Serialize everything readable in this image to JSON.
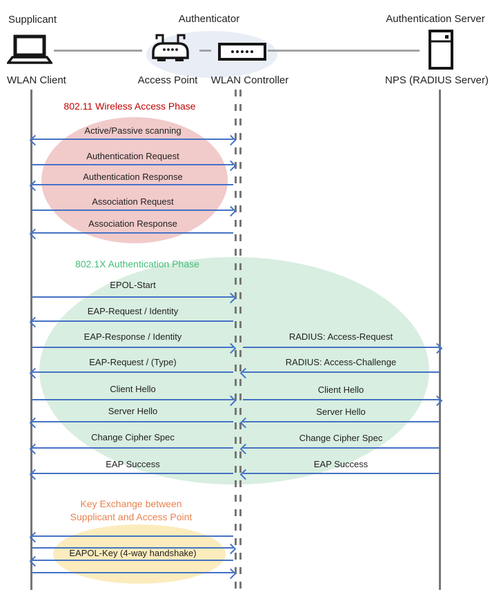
{
  "actors": {
    "supplicant": {
      "role": "Supplicant",
      "device": "WLAN Client"
    },
    "authenticator": {
      "role": "Authenticator",
      "access_point": "Access Point",
      "wlan_controller": "WLAN Controller"
    },
    "auth_server": {
      "role": "Authentication Server",
      "device": "NPS (RADIUS Server)"
    }
  },
  "phases": [
    {
      "title": "802.11 Wireless Access Phase",
      "title_color": "#c00000",
      "fill_color": "#f1caca"
    },
    {
      "title": "802.1X Authentication Phase",
      "title_color": "#42bd77",
      "fill_color": "#d8eee0"
    },
    {
      "title_line1": "Key Exchange between",
      "title_line2": "Supplicant and Access Point",
      "title_color": "#e8824f",
      "fill_color": "#fcecbd"
    }
  ],
  "messages": [
    {
      "label": "Active/Passive scanning",
      "lane": "client-controller",
      "direction": "both"
    },
    {
      "label": "Authentication  Request",
      "lane": "client-controller",
      "direction": "right"
    },
    {
      "label": "Authentication  Response",
      "lane": "client-controller",
      "direction": "left"
    },
    {
      "label": "Association Request",
      "lane": "client-controller",
      "direction": "right"
    },
    {
      "label": "Association Response",
      "lane": "client-controller",
      "direction": "left"
    },
    {
      "label": "EPOL-Start",
      "lane": "client-controller",
      "direction": "right"
    },
    {
      "label": "EAP-Request / Identity",
      "lane": "client-controller",
      "direction": "left"
    },
    {
      "label": "EAP-Response / Identity",
      "lane": "client-controller",
      "direction": "right"
    },
    {
      "label": "RADIUS: Access-Request",
      "lane": "controller-server",
      "direction": "right"
    },
    {
      "label": "EAP-Request / (Type)",
      "lane": "client-controller",
      "direction": "left"
    },
    {
      "label": "RADIUS: Access-Challenge",
      "lane": "controller-server",
      "direction": "left"
    },
    {
      "label": "Client Hello",
      "lane": "client-controller",
      "direction": "right"
    },
    {
      "label": "Client Hello",
      "lane": "controller-server",
      "direction": "right"
    },
    {
      "label": "Server Hello",
      "lane": "client-controller",
      "direction": "left"
    },
    {
      "label": "Server Hello",
      "lane": "controller-server",
      "direction": "left"
    },
    {
      "label": "Change Cipher Spec",
      "lane": "client-controller",
      "direction": "left"
    },
    {
      "label": "Change Cipher Spec",
      "lane": "controller-server",
      "direction": "left"
    },
    {
      "label": "EAP Success",
      "lane": "client-controller",
      "direction": "left"
    },
    {
      "label": "EAP Success",
      "lane": "controller-server",
      "direction": "left"
    },
    {
      "label": "EAPOL-Key (4-way handshake)",
      "lane": "client-controller",
      "direction": "exchange"
    }
  ],
  "key_exchange_arrows": {
    "count": 4,
    "directions": [
      "left",
      "right",
      "left",
      "right"
    ]
  },
  "colors": {
    "arrow": "#4472c4",
    "lifeline": "#767676",
    "connector": "#a3a3a3",
    "phase1_title": "#c00000",
    "phase1_fill": "#f1caca",
    "phase2_title": "#42bd77",
    "phase2_fill": "#d8eee0",
    "phase3_title": "#e8824f",
    "phase3_fill": "#fcecbd",
    "authenticator_fill": "#e9edf6",
    "icon": "#161616",
    "text": "#222222"
  }
}
